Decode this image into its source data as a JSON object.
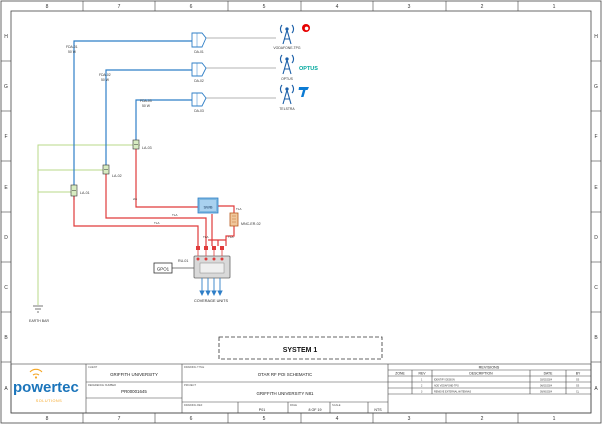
{
  "columns": [
    "8",
    "7",
    "6",
    "5",
    "4",
    "3",
    "2",
    "1"
  ],
  "rows": [
    "H",
    "G",
    "F",
    "E",
    "D",
    "C",
    "B",
    "A"
  ],
  "sources": [
    {
      "name": "VODAFONE-TPG",
      "brand": "vodafone"
    },
    {
      "name": "OPTUS",
      "brand": "optus",
      "logo_text": "OPTUS"
    },
    {
      "name": "TELSTRA",
      "brand": "telstra"
    }
  ],
  "dta": [
    "DA-01",
    "DA-02",
    "DA-03"
  ],
  "fda": [
    {
      "id": "FDA-01",
      "spec": "50 W"
    },
    {
      "id": "FDA-02",
      "spec": "50 W"
    },
    {
      "id": "FDA-03",
      "spec": "50 W"
    }
  ],
  "la": [
    "LA-01",
    "LA-02",
    "LA-03"
  ],
  "cable_labels": {
    "c1": "2m",
    "c2": "TLA",
    "c3": "TLA",
    "c4": "TLA",
    "c5": "TLA",
    "c6": "TLA"
  },
  "poi_label": "SWB",
  "mnc_label": "MNC-ER-02",
  "ru_label": "RU-01",
  "gpo_label": "GPO1",
  "coverage_label": "COVERAGE UNITS",
  "earth_label": "EARTH BAR",
  "system_label": "SYSTEM 1",
  "title_block": {
    "client_caption": "CLIENT",
    "client": "GRIFFITH UNIVERSITY",
    "ref_caption": "REFERENCE NUMBER",
    "ref": "PR00001645",
    "drawing_title_caption": "DRAWING TITLE",
    "drawing_title": "OTAR RF POI SCHEMATIC",
    "project_caption": "PROJECT",
    "project": "GRIFFITH UNIVERSITY N81",
    "drawing_ref_caption": "DRAWING REF",
    "drawing_ref": "P01",
    "page_caption": "PAGE",
    "page": "8 OF 19",
    "scale_caption": "SCALE",
    "scale": "NTS",
    "logo_text": "powertec",
    "logo_sub": "SOLUTIONS"
  },
  "revisions": {
    "title": "REVISIONS",
    "headers": [
      "ZONE",
      "REV",
      "DESCRIPTION",
      "DATE",
      "BY"
    ],
    "rows": [
      [
        "",
        "1",
        "IDENTIFY DESIGN",
        "02/02/2024",
        "SS"
      ],
      [
        "",
        "2",
        "ADD VODAFONE-TPG",
        "06/02/2024",
        "SS"
      ],
      [
        "",
        "3",
        "REMOVE EXTERNAL ANTENNAS",
        "05/06/2024",
        "CL"
      ]
    ]
  },
  "colors": {
    "rf_blue": "#2f7fc7",
    "rf_red": "#e03b3b",
    "earth_green": "#b9d98a",
    "grey_line": "#9a9a9a",
    "brand_blue": "#1b75bb",
    "brand_orange": "#f5a623",
    "vodafone_red": "#e60000",
    "optus_teal": "#00a79d",
    "telstra_blue": "#0b7bd4"
  }
}
